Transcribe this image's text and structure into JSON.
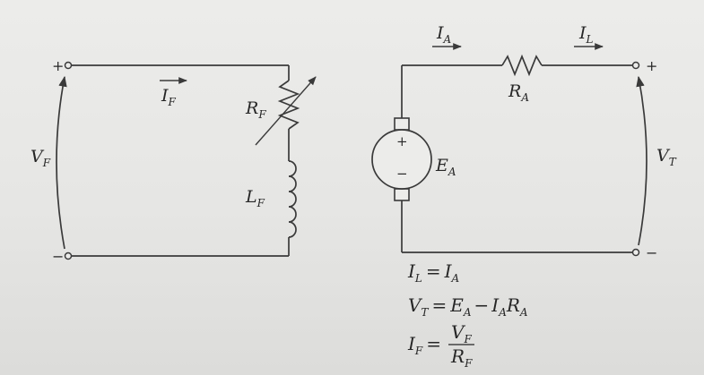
{
  "terminals": {
    "field_plus": "+",
    "field_minus": "−",
    "load_plus": "+",
    "load_minus": "−",
    "generator_plus": "+",
    "generator_minus": "−"
  },
  "labels": {
    "field_current": {
      "main": "I",
      "sub": "F"
    },
    "field_voltage": {
      "main": "V",
      "sub": "F"
    },
    "field_resistance": {
      "main": "R",
      "sub": "F"
    },
    "field_inductance": {
      "main": "L",
      "sub": "F"
    },
    "armature_current": {
      "main": "I",
      "sub": "A"
    },
    "load_current": {
      "main": "I",
      "sub": "L"
    },
    "armature_resistance": {
      "main": "R",
      "sub": "A"
    },
    "internal_voltage": {
      "main": "E",
      "sub": "A"
    },
    "terminal_voltage": {
      "main": "V",
      "sub": "T"
    }
  },
  "equations": {
    "eq1": {
      "lhs_main": "I",
      "lhs_sub": "L",
      "eq": "=",
      "rhs_main": "I",
      "rhs_sub": "A"
    },
    "eq2": {
      "lhs_main": "V",
      "lhs_sub": "T",
      "eq": "=",
      "t1_main": "E",
      "t1_sub": "A",
      "minus": "−",
      "t2_main": "I",
      "t2_sub": "A",
      "t3_main": "R",
      "t3_sub": "A"
    },
    "eq3": {
      "lhs_main": "I",
      "lhs_sub": "F",
      "eq": "=",
      "num_main": "V",
      "num_sub": "F",
      "den_main": "R",
      "den_sub": "F"
    }
  }
}
